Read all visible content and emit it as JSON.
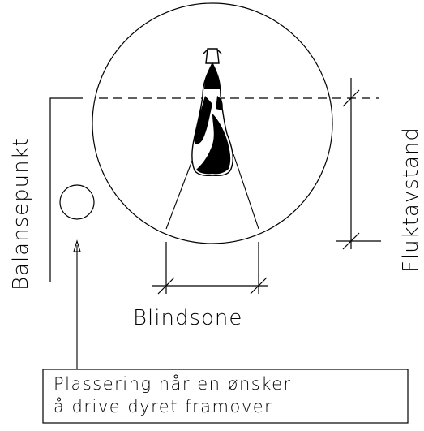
{
  "labels": {
    "balance_point": "Balansepunkt",
    "flight_distance": "Fluktavstand",
    "blind_zone": "Blindsone",
    "placement_line1": "Plassering når en ønsker",
    "placement_line2": "å drive dyret framover"
  },
  "colors": {
    "line": "#000000",
    "background": "#ffffff"
  }
}
